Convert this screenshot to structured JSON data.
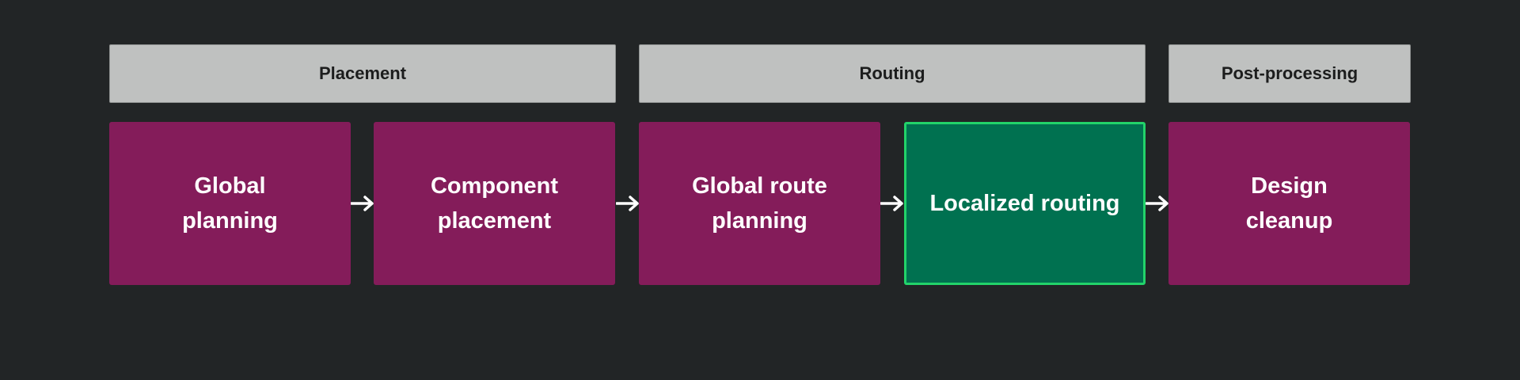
{
  "colors": {
    "background": "#222526",
    "phase_fill": "#bfc1c0",
    "step_fill": "#841c5a",
    "active_fill": "#007150",
    "active_border": "#22d36a",
    "arrow": "#ffffff"
  },
  "phases": [
    {
      "label": "Placement"
    },
    {
      "label": "Routing"
    },
    {
      "label": "Post-processing"
    }
  ],
  "steps": [
    {
      "label": "Global\nplanning",
      "active": false
    },
    {
      "label": "Component\nplacement",
      "active": false
    },
    {
      "label": "Global route\nplanning",
      "active": false
    },
    {
      "label": "Localized routing",
      "active": true
    },
    {
      "label": "Design\ncleanup",
      "active": false
    }
  ],
  "arrow_icon": "arrow-right-icon"
}
